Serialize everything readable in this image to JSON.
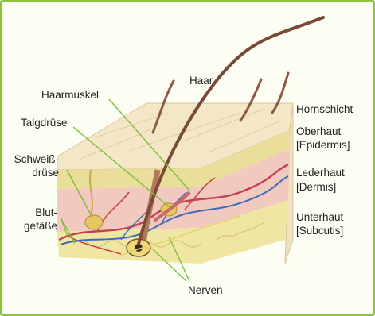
{
  "labels": {
    "haar": "Haar",
    "haarmuskel": "Haarmuskel",
    "talgdruese": "Talgdrüse",
    "schweiss_1": "Schweiß-",
    "schweiss_2": "drüse",
    "blut_1": "Blut-",
    "blut_2": "gefäße",
    "nerven": "Nerven",
    "hornschicht": "Hornschicht",
    "oberhaut_1": "Oberhaut",
    "oberhaut_2": "[Epidermis]",
    "lederhaut_1": "Lederhaut",
    "lederhaut_2": "[Dermis]",
    "unterhaut_1": "Unterhaut",
    "unterhaut_2": "[Subcutis]"
  },
  "colors": {
    "frame": "#8fc23e",
    "frame_fill": "#fdfef3",
    "leader_line": "#7cbf3a",
    "skin_top": "#f4e7c7",
    "epidermis": "#eadf9a",
    "dermis": "#f1c9bf",
    "subcutis": "#f0e6a4",
    "hair": "#7a4a39",
    "vessel_red": "#c4424f",
    "vessel_blue": "#3f6db5"
  }
}
